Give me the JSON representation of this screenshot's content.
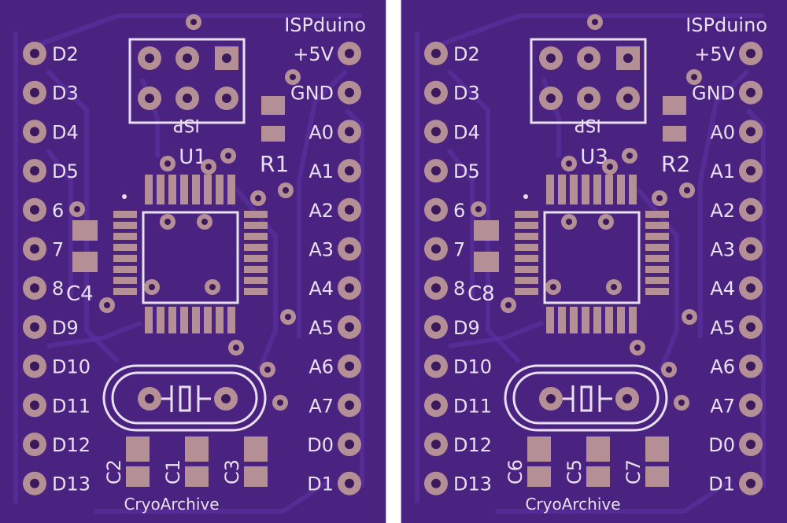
{
  "colors": {
    "board": "#4a2380",
    "pad": "#b58f96",
    "silkscreen": "#e8e0f0"
  },
  "boards": [
    {
      "title": "ISPduino",
      "isp_label": "ISP",
      "ic_ref": "U1",
      "resistor_ref": "R1",
      "left_pins": [
        "D2",
        "D3",
        "D4",
        "D5",
        "6",
        "7",
        "8",
        "D9",
        "D10",
        "D11",
        "D12",
        "D13"
      ],
      "right_pins": [
        "+5V",
        "GND",
        "A0",
        "A1",
        "A2",
        "A3",
        "A4",
        "A5",
        "A6",
        "A7",
        "D0",
        "D1"
      ],
      "cap_near_ic": "C4",
      "caps_bottom": [
        "C2",
        "C1",
        "C3"
      ],
      "footer": "CryoArchive"
    },
    {
      "title": "ISPduino",
      "isp_label": "ISP",
      "ic_ref": "U3",
      "resistor_ref": "R2",
      "left_pins": [
        "D2",
        "D3",
        "D4",
        "D5",
        "6",
        "7",
        "8",
        "D9",
        "D10",
        "D11",
        "D12",
        "D13"
      ],
      "right_pins": [
        "+5V",
        "GND",
        "A0",
        "A1",
        "A2",
        "A3",
        "A4",
        "A5",
        "A6",
        "A7",
        "D0",
        "D1"
      ],
      "cap_near_ic": "C8",
      "caps_bottom": [
        "C6",
        "C5",
        "C7"
      ],
      "footer": "CryoArchive"
    }
  ]
}
